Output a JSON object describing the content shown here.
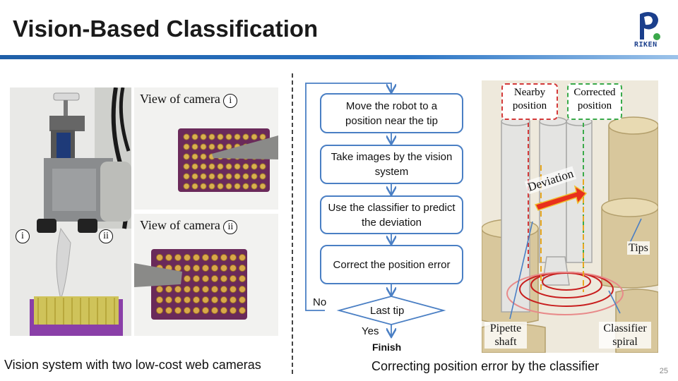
{
  "slide": {
    "title": "Vision-Based Classification",
    "page_number": "25",
    "logo_text": "RIKEN"
  },
  "left_panel": {
    "camera_i_label": "View of camera",
    "camera_ii_label": "View of camera",
    "marker_i": "i",
    "marker_ii": "ii",
    "caption": "Vision system with two low-cost web cameras"
  },
  "flowchart": {
    "steps": [
      "Move the robot to a position near the tip",
      "Take images by the vision system",
      "Use the classifier to predict the deviation",
      "Correct the position error"
    ],
    "decision": "Last tip",
    "no_label": "No",
    "yes_label": "Yes",
    "finish": "Finish",
    "caption": "Correcting position error by the classifier"
  },
  "diagram": {
    "nearby_position": "Nearby position",
    "corrected_position": "Corrected position",
    "deviation": "Deviation",
    "tips": "Tips",
    "pipette_shaft": "Pipette shaft",
    "classifier_spiral": "Classifier spiral"
  },
  "colors": {
    "header_blue": "#1f5fa8",
    "flow_border": "#4a7fc4",
    "nearby_red": "#d43a3a",
    "corrected_green": "#3aaa4a",
    "deviation_arrow": "#e8301c",
    "spiral": "#c81e1e"
  }
}
